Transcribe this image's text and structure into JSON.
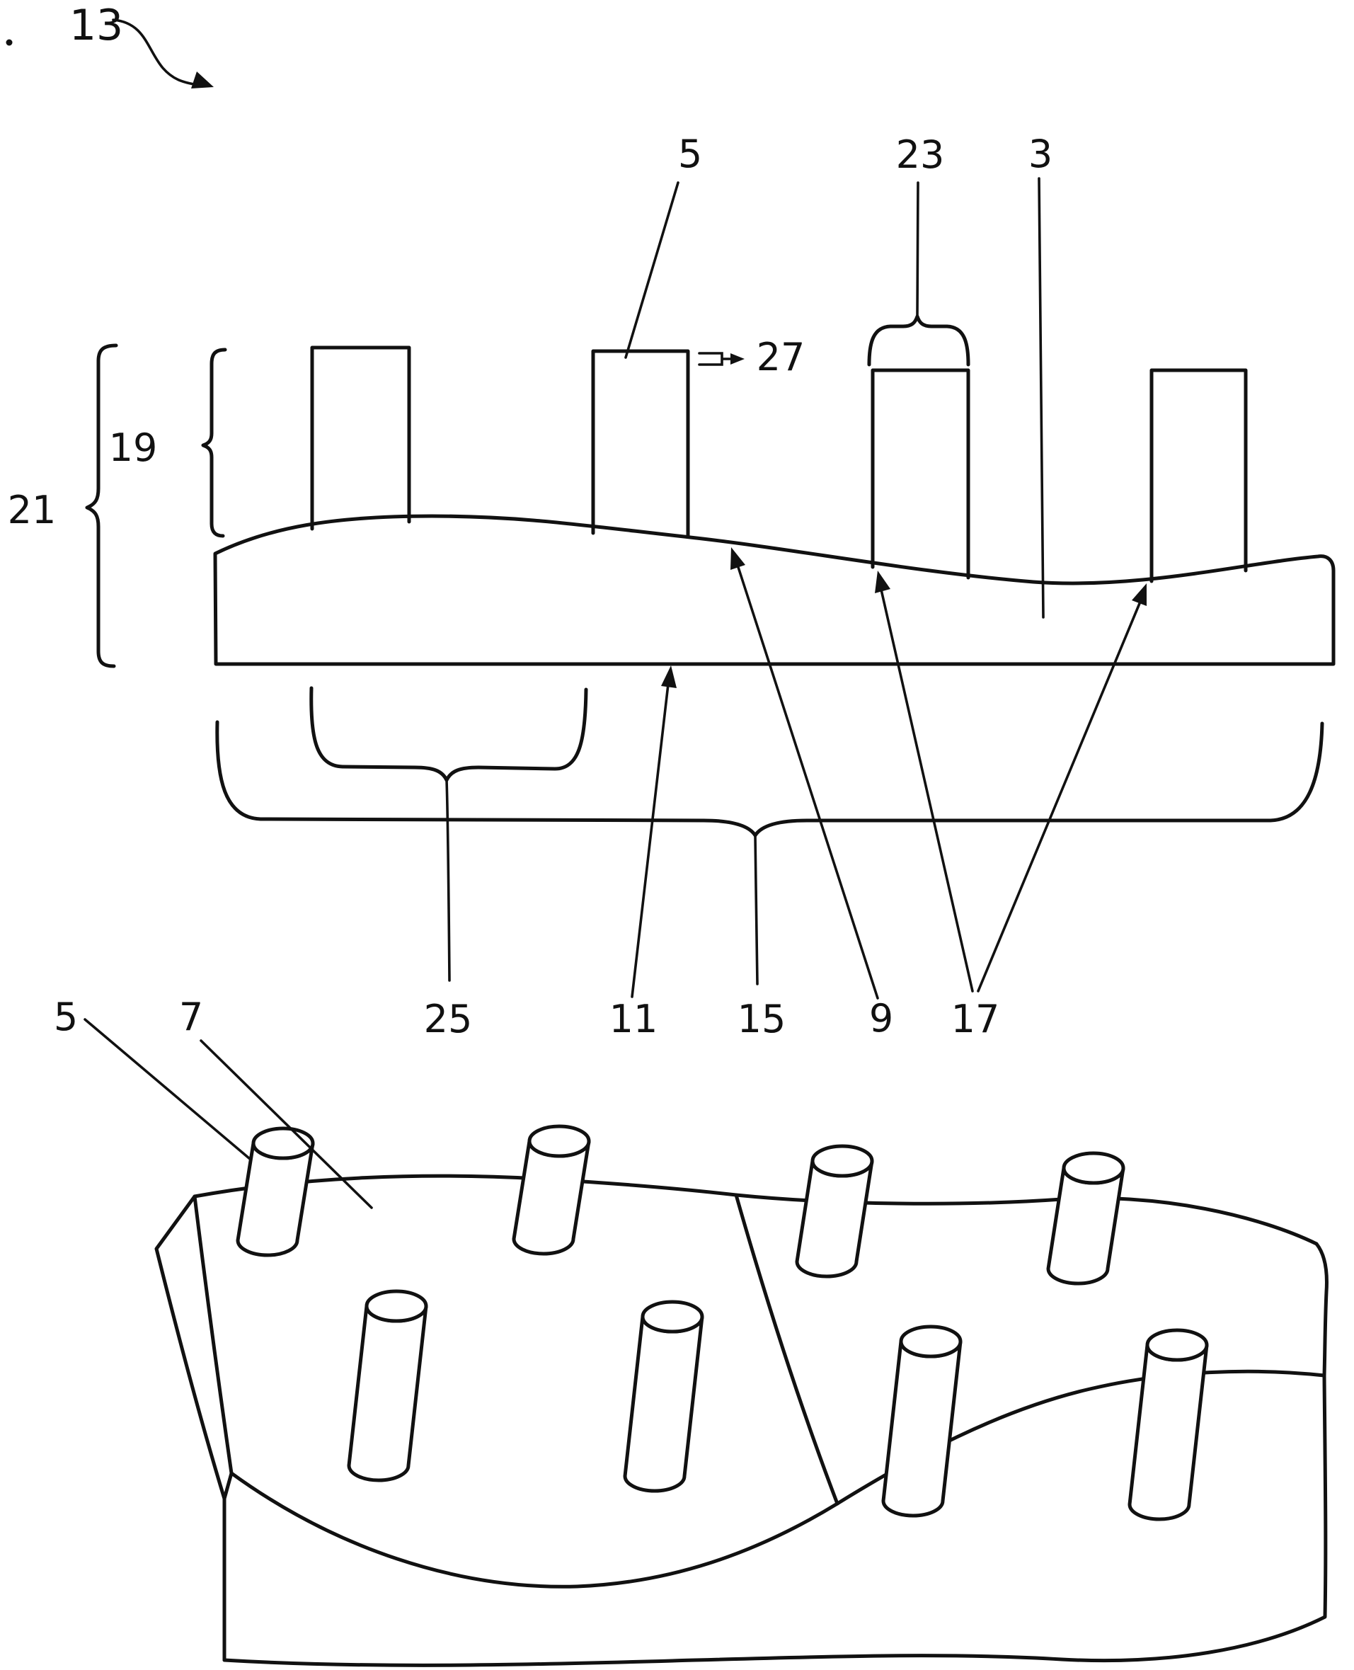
{
  "diagram": {
    "kind": "patent-line-figure",
    "description_visible_text_only": true,
    "colors": {
      "line": "#111111",
      "background": "#ffffff"
    },
    "labels": {
      "ref13": "13",
      "ref5_top": "5",
      "ref23": "23",
      "ref3": "3",
      "ref27": "27",
      "ref19": "19",
      "ref21": "21",
      "ref5_bottom": "5",
      "ref7": "7",
      "ref25": "25",
      "ref11": "11",
      "ref15": "15",
      "ref9": "9",
      "ref17": "17"
    }
  }
}
